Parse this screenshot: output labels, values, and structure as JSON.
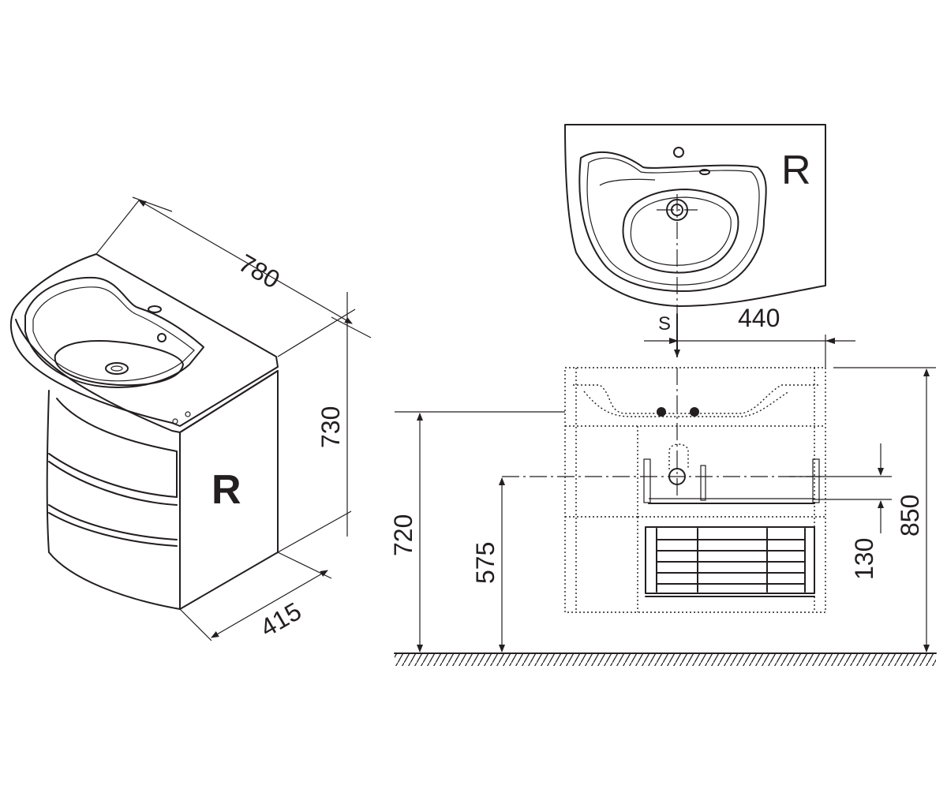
{
  "iso_view": {
    "side_label": "R",
    "dim_width": "780",
    "dim_height": "730",
    "dim_depth": "415"
  },
  "top_view": {
    "side_label": "R",
    "drain_label": "S",
    "dim_drain_offset": "440"
  },
  "front_view": {
    "dim_basin_height": "720",
    "dim_siphon_height": "575",
    "dim_total_height": "850",
    "dim_drawer_offset": "130"
  }
}
